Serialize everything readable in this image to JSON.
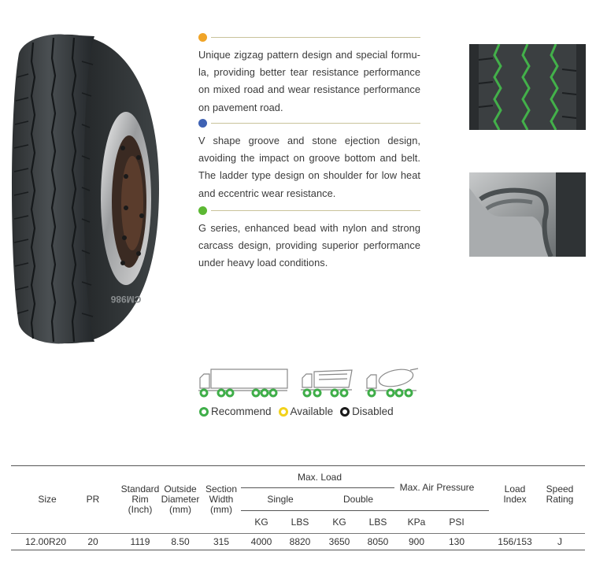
{
  "features": [
    {
      "dot_color": "#f0a428",
      "text": "Unique zigzag pattern design and special formu-la, providing better tear resistance performance on mixed road and wear resistance performance on pavement road."
    },
    {
      "dot_color": "#3f62b4",
      "text": "V shape groove and stone ejection design, avoiding the impact on groove bottom and belt. The ladder type design on shoulder for low heat and eccentric wear resistance."
    },
    {
      "dot_color": "#5cb833",
      "text": "G series, enhanced bead with nylon and strong carcass design, providing superior performance under heavy load conditions."
    }
  ],
  "tire": {
    "sidewall_text": "CM986"
  },
  "legend": [
    {
      "label": "Recommend",
      "color": "#3fae49"
    },
    {
      "label": "Available",
      "color": "#f2d21b"
    },
    {
      "label": "Disabled",
      "color": "#1a1a1a"
    }
  ],
  "table": {
    "headers": {
      "size": "Size",
      "pr": "PR",
      "rim": "Standard Rim (Inch)",
      "diameter": "Outside Diameter (mm)",
      "width": "Section Width (mm)",
      "max_load": "Max. Load",
      "single": "Single",
      "double": "Double",
      "pressure": "Max. Air Pressure",
      "load_index": "Load Index",
      "speed": "Speed Rating",
      "kg1": "KG",
      "lbs1": "LBS",
      "kg2": "KG",
      "lbs2": "LBS",
      "kpa": "KPa",
      "psi": "PSI"
    },
    "rows": [
      [
        "12.00R20",
        "20",
        "1119",
        "8.50",
        "315",
        "4000",
        "8820",
        "3650",
        "8050",
        "900",
        "130",
        "156/153",
        "J"
      ]
    ]
  }
}
